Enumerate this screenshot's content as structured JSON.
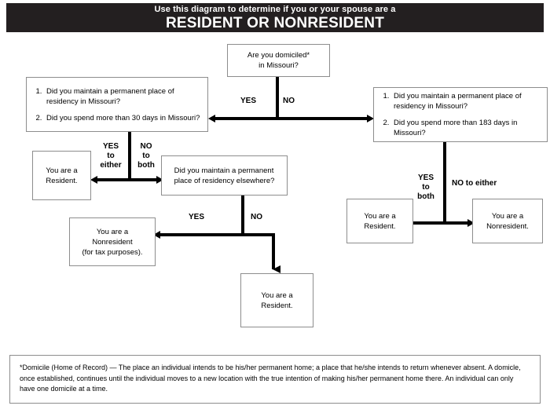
{
  "banner": {
    "line1": "Use this diagram to determine if you or your spouse are a",
    "line2": "RESIDENT OR NONRESIDENT",
    "background_color": "#231f20",
    "text_color": "#ffffff"
  },
  "flowchart": {
    "nodes": {
      "domiciled": {
        "line1": "Are you domiciled*",
        "line2": "in Missouri?"
      },
      "missouri_30_days": {
        "item1": "Did you maintain a permanent place of residency in Missouri?",
        "item2": "Did you spend more than 30 days in Missouri?"
      },
      "missouri_183_days": {
        "item1": "Did you maintain a permanent place of residency in Missouri?",
        "item2": "Did you spend more than 183 days in Missouri?"
      },
      "resident_left": {
        "line1": "You are a",
        "line2": "Resident."
      },
      "elsewhere": {
        "line1": "Did you maintain a permanent",
        "line2": "place of residency elsewhere?"
      },
      "resident_right": {
        "line1": "You are a",
        "line2": "Resident."
      },
      "nonresident_right": {
        "line1": "You are a",
        "line2": "Nonresident."
      },
      "nonresident_tax": {
        "line1": "You are a",
        "line2": "Nonresident",
        "line3": "(for tax purposes)."
      },
      "resident_bottom": {
        "line1": "You are a",
        "line2": "Resident."
      }
    },
    "edge_labels": {
      "yes_top": "YES",
      "no_top": "NO",
      "yes_to_either": "YES\nto\neither",
      "no_to_both": "NO\nto\nboth",
      "yes_to_both": "YES\nto\nboth",
      "no_to_either": "NO to either",
      "yes_mid": "YES",
      "no_mid": "NO"
    },
    "line_color": "#000000",
    "box_border_color": "#8d8d8d"
  },
  "footnote": {
    "text": "*Domicile (Home of Record) — The place an individual intends to be his/her permanent home; a place that he/she intends to return whenever absent.  A domicle, once established, continues until the individual moves to a new location with the true intention of making his/her permanent home there.  An individual can only have one domicile at a time."
  }
}
